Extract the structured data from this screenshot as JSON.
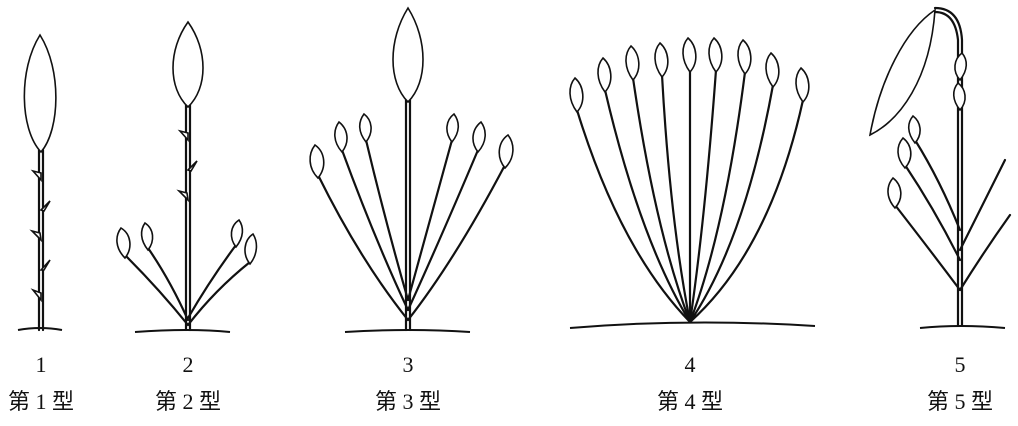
{
  "figure": {
    "plants": [
      {
        "number": "1",
        "type_label": "第 1 型"
      },
      {
        "number": "2",
        "type_label": "第 2 型"
      },
      {
        "number": "3",
        "type_label": "第 3 型"
      },
      {
        "number": "4",
        "type_label": "第 4 型"
      },
      {
        "number": "5",
        "type_label": "第 5 型"
      }
    ]
  }
}
